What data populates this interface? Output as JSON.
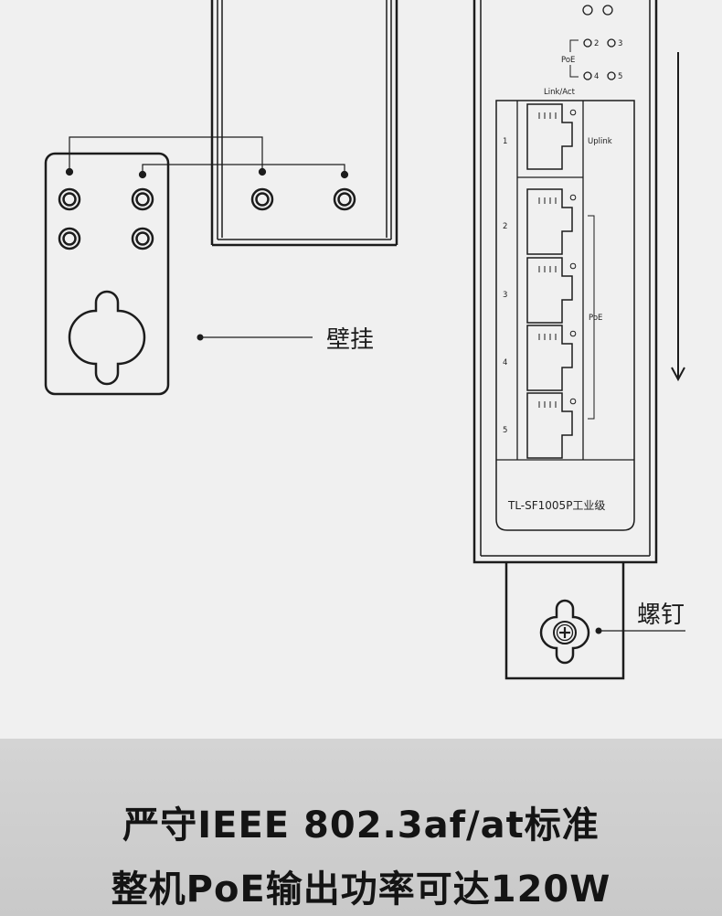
{
  "labels": {
    "wall_mount": "壁挂",
    "screw": "螺钉",
    "link_act": "Link/Act",
    "uplink": "Uplink",
    "poe": "PoE",
    "model": "TL-SF1005P工业级"
  },
  "led_numbers": [
    "2",
    "3",
    "4",
    "5"
  ],
  "ports": [
    {
      "number": "1"
    },
    {
      "number": "2"
    },
    {
      "number": "3"
    },
    {
      "number": "4"
    },
    {
      "number": "5"
    }
  ],
  "footer": {
    "line1": "严守IEEE 802.3af/at标准",
    "line2": "整机PoE输出功率可达120W"
  }
}
